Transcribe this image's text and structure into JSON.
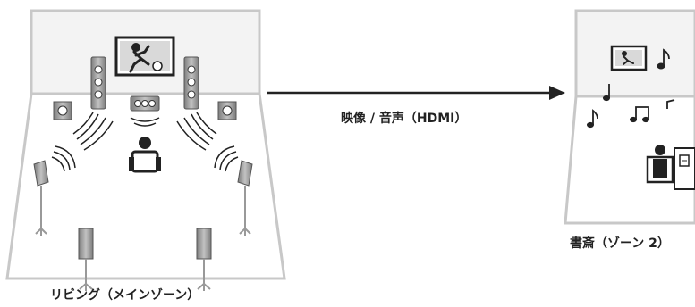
{
  "zones": {
    "main": {
      "caption": "リビング（メインゾーン）"
    },
    "zone2": {
      "caption": "書斎（ゾーン 2）"
    }
  },
  "connection": {
    "label": "映像 / 音声（HDMI）"
  },
  "icons": {
    "speaker": "speaker-icon",
    "tv": "tv-icon",
    "listener": "listener-icon",
    "note": "music-note-icon",
    "arrow": "arrow-icon"
  },
  "colors": {
    "room_border": "#c8c8c8",
    "room_fill": "#f3f3f3",
    "ink": "#222222",
    "speaker_grey": "#9a9a9a"
  }
}
